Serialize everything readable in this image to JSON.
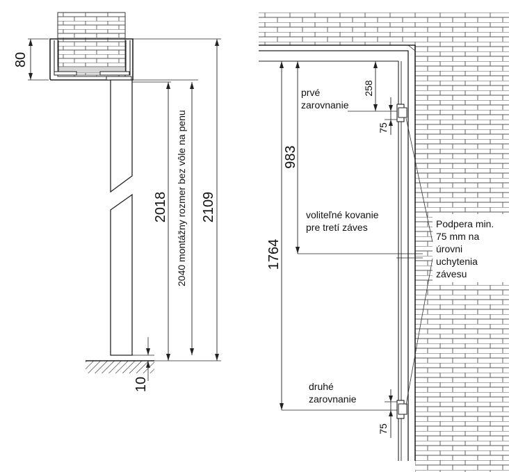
{
  "left_dimensions": {
    "wall_depth": "80",
    "floor_gap": "10",
    "d_2018": "2018",
    "d_2040": "2040 montážny rozmer bez vôle na penu",
    "d_2109": "2109"
  },
  "right_dimensions": {
    "d_258": "258",
    "d_75_top": "75",
    "d_983": "983",
    "d_1764": "1764",
    "d_75_bottom": "75"
  },
  "labels": {
    "first_alignment_l1": "prvé",
    "first_alignment_l2": "zarovnanie",
    "optional_l1": "voliteľné kovanie",
    "optional_l2": "pre tretí záves",
    "second_alignment_l1": "druhé",
    "second_alignment_l2": "zarovnanie",
    "support_l1": "Podpera min.",
    "support_l2": "75 mm na",
    "support_l3": "úrovni",
    "support_l4": "uchytenia",
    "support_l5": "závesu"
  }
}
